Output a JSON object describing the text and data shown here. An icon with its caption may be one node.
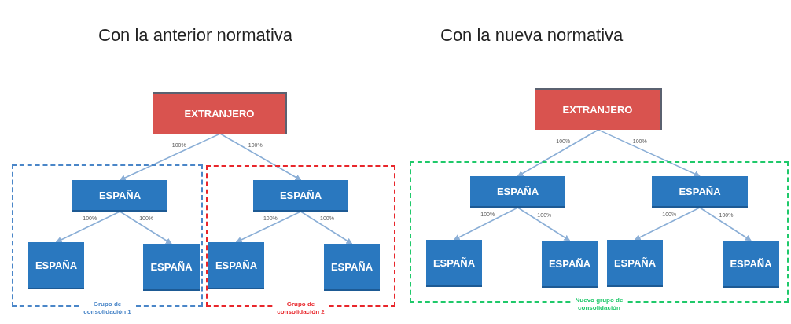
{
  "diagram": {
    "nodes": [
      {
        "text": [
          "EXTRANJERO"
        ]
      },
      {
        "text": [
          "Grupo de consolidación 1"
        ]
      },
      {
        "text": [
          "ESPAÑA"
        ],
        "in": 1
      },
      {
        "text": [
          "ESPAÑA"
        ],
        "in": 1
      },
      {
        "text": [
          "ESPAÑA"
        ],
        "in": 1
      },
      {
        "text": [
          "Grupo de consolidación 2"
        ]
      },
      {
        "text": [
          "ESPAÑA"
        ],
        "in": 5
      },
      {
        "text": [
          "ESPAÑA"
        ],
        "in": 5
      },
      {
        "text": [
          "ESPAÑA"
        ],
        "in": 5
      },
      {
        "text": [
          "EXTRANJERO"
        ]
      },
      {
        "text": [
          "Nuevo grupo de consolidación"
        ]
      },
      {
        "text": [
          "ESPAÑA"
        ],
        "in": 10
      },
      {
        "text": [
          "ESPAÑA"
        ],
        "in": 10
      },
      {
        "text": [
          "ESPAÑA"
        ],
        "in": 10
      },
      {
        "text": [
          "ESPAÑA"
        ],
        "in": 10
      },
      {
        "text": [
          "ESPAÑA"
        ],
        "in": 10
      },
      {
        "text": [
          "ESPAÑA"
        ],
        "in": 10
      }
    ],
    "edges": [
      {
        "from": 0,
        "to": 2,
        "arrow": "to",
        "label": "100%"
      },
      {
        "from": 0,
        "to": 6,
        "arrow": "to",
        "label": "100%"
      },
      {
        "from": 2,
        "to": 3,
        "arrow": "to",
        "label": "100%"
      },
      {
        "from": 2,
        "to": 4,
        "arrow": "to",
        "label": "100%"
      },
      {
        "from": 6,
        "to": 7,
        "arrow": "to",
        "label": "100%"
      },
      {
        "from": 6,
        "to": 8,
        "arrow": "to",
        "label": "100%"
      },
      {
        "from": 9,
        "to": 11,
        "arrow": "to",
        "label": "100%"
      },
      {
        "from": 9,
        "to": 12,
        "arrow": "to",
        "label": "100%"
      },
      {
        "from": 11,
        "to": 13,
        "arrow": "to",
        "label": "100%"
      },
      {
        "from": 11,
        "to": 14,
        "arrow": "to",
        "label": "100%"
      },
      {
        "from": 12,
        "to": 15,
        "arrow": "to",
        "label": "100%"
      },
      {
        "from": 12,
        "to": 16,
        "arrow": "to",
        "label": "100%"
      }
    ],
    "labels": [
      "Con la anterior normativa",
      "Con la nueva normativa"
    ]
  }
}
